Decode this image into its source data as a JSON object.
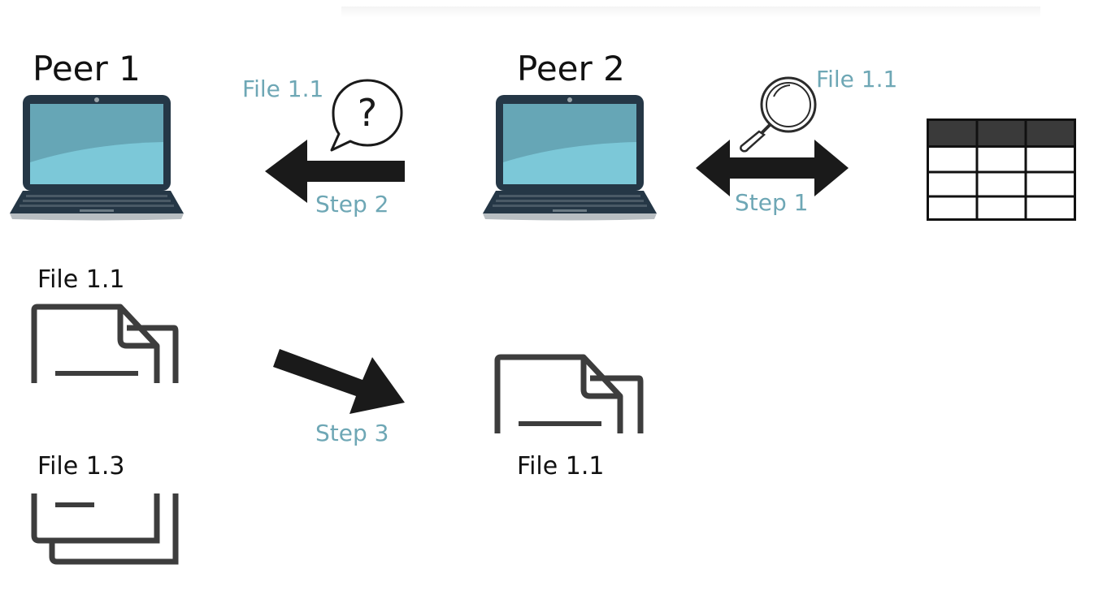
{
  "peers": [
    {
      "label": "Peer 1"
    },
    {
      "label": "Peer 2"
    }
  ],
  "steps": {
    "step1": "Step 1",
    "step2": "Step 2",
    "step3": "Step 3"
  },
  "queries": {
    "lookup_file": "File 1.1",
    "request_file": "File 1.1"
  },
  "files": {
    "peer1_file_a": "File 1.1",
    "peer1_file_b": "File 1.3",
    "peer2_file": "File 1.1"
  },
  "icons": [
    "laptop-icon",
    "laptop-icon",
    "speech-bubble-question-icon",
    "magnifier-icon",
    "table-icon",
    "document-icon",
    "document-stack-icon",
    "document-icon"
  ],
  "colors": {
    "accent": "#6ea7b5",
    "arrow": "#1a1a1a",
    "icon": "#3d3d3d",
    "screen": "#66a6b6",
    "screen_light": "#7cc8d8"
  }
}
